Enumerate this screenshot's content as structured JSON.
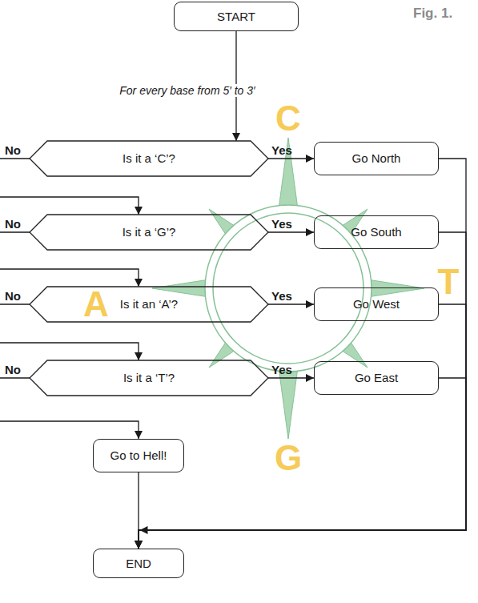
{
  "diagram": {
    "nodes": [
      {
        "text": [
          "START"
        ]
      },
      {
        "text": [
          "Is it a ‘C’?"
        ]
      },
      {
        "text": [
          "Go North"
        ]
      },
      {
        "text": [
          "Is it a ‘G’?"
        ]
      },
      {
        "text": [
          "Go South"
        ]
      },
      {
        "text": [
          "Is it an ‘A’?"
        ]
      },
      {
        "text": [
          "Go West"
        ]
      },
      {
        "text": [
          "Is it a ‘T’?"
        ]
      },
      {
        "text": [
          "Go East"
        ]
      },
      {
        "text": [
          "Go to Hell!"
        ]
      },
      {
        "text": [
          "END"
        ]
      }
    ],
    "edges": [
      {
        "from": 0,
        "to": 1,
        "arrow": "to",
        "label": "For every base from 5′ to 3′"
      },
      {
        "from": 1,
        "to": 2,
        "arrow": "to",
        "label": "Yes"
      },
      {
        "from": 1,
        "to": 3,
        "arrow": "to",
        "label": "No"
      },
      {
        "from": 3,
        "to": 4,
        "arrow": "to",
        "label": "Yes"
      },
      {
        "from": 3,
        "to": 5,
        "arrow": "to",
        "label": "No"
      },
      {
        "from": 5,
        "to": 6,
        "arrow": "to",
        "label": "Yes"
      },
      {
        "from": 5,
        "to": 7,
        "arrow": "to",
        "label": "No"
      },
      {
        "from": 7,
        "to": 8,
        "arrow": "to",
        "label": "Yes"
      },
      {
        "from": 7,
        "to": 9,
        "arrow": "to",
        "label": "No"
      },
      {
        "from": 2,
        "to": 10,
        "arrow": "to"
      },
      {
        "from": 4,
        "to": 10,
        "arrow": "to"
      },
      {
        "from": 6,
        "to": 10,
        "arrow": "to"
      },
      {
        "from": 8,
        "to": 10,
        "arrow": "to"
      },
      {
        "from": 9,
        "to": 10,
        "arrow": "to"
      }
    ],
    "labels": [
      "Fig. 1.",
      "C",
      "A",
      "T",
      "G"
    ]
  }
}
